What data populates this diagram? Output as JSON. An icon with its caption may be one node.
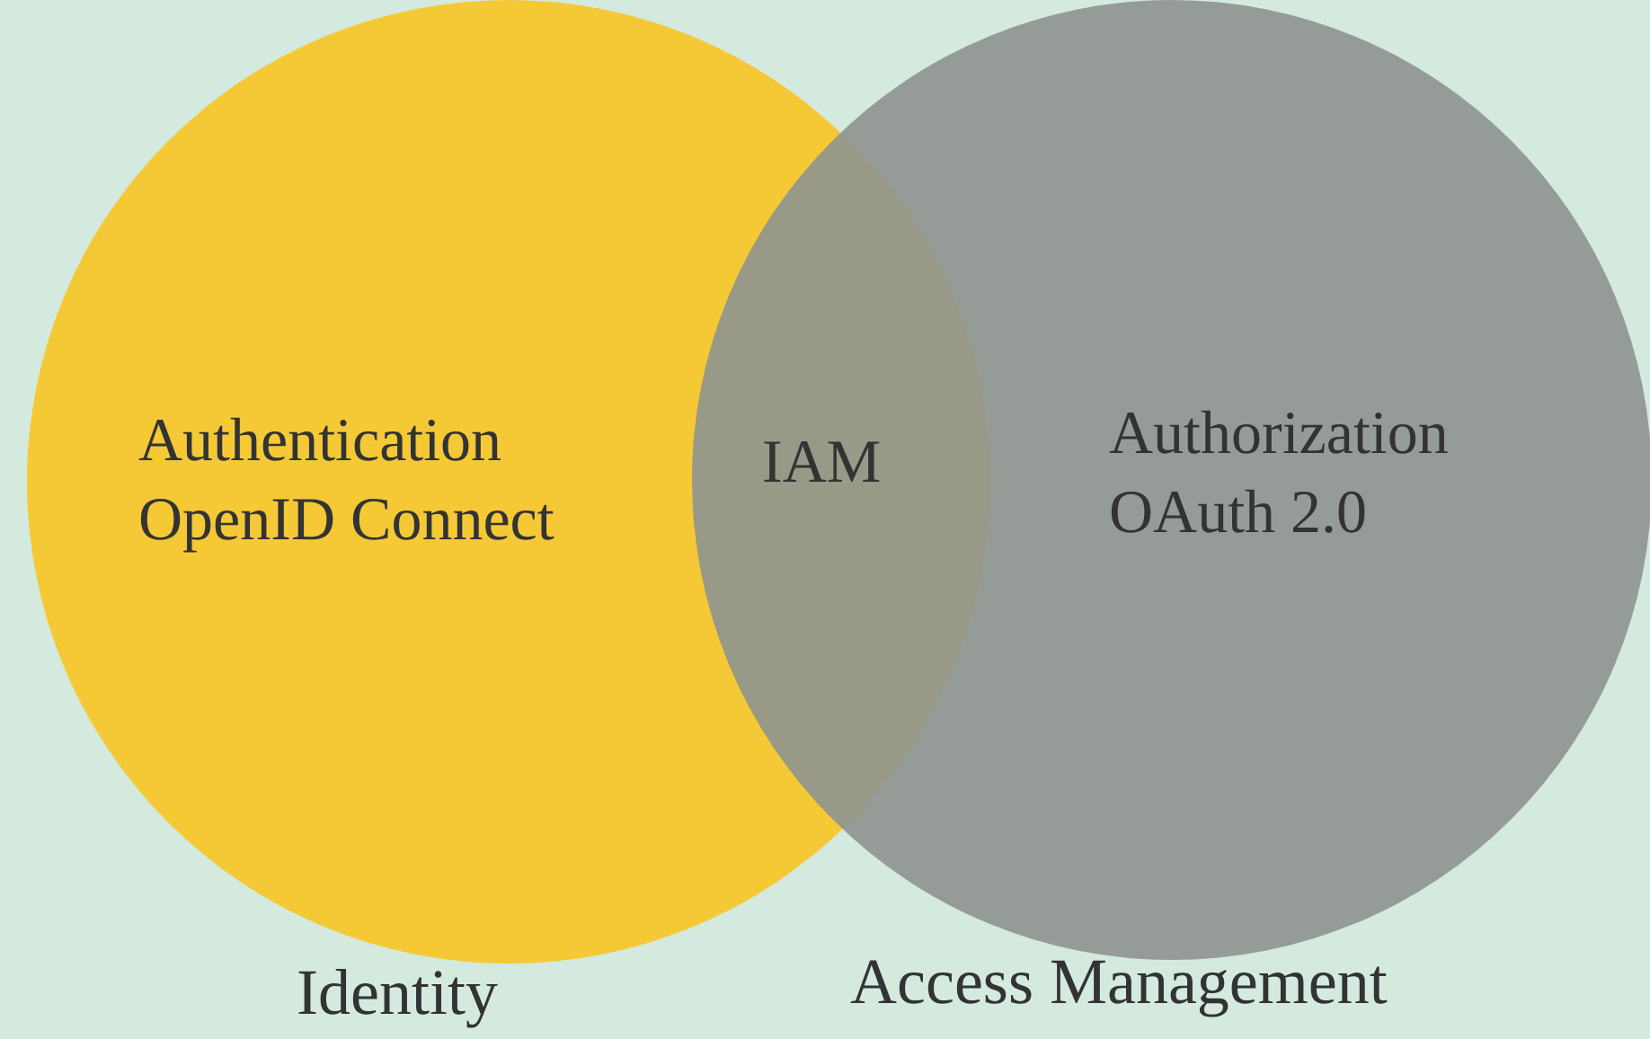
{
  "diagram": {
    "nodes": [
      {
        "text": [
          "Authentication",
          "OpenID Connect"
        ],
        "beside": [
          "Identity"
        ]
      },
      {
        "text": [
          "Authorization",
          "OAuth 2.0"
        ],
        "beside": [
          "Access Management"
        ]
      }
    ],
    "labels": [
      "IAM"
    ]
  }
}
